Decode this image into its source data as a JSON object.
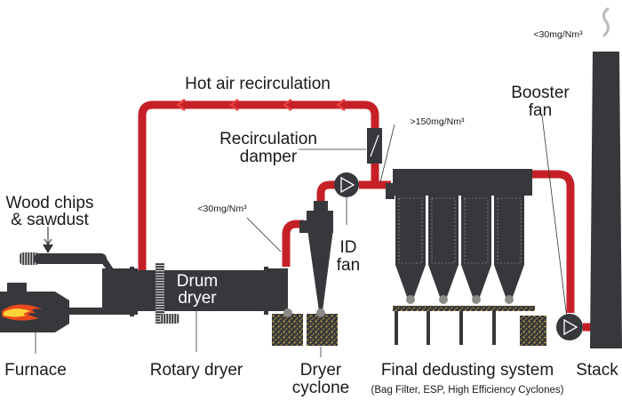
{
  "diagram": {
    "title": "Wood chips drying process with dust removal",
    "colors": {
      "machine": "#36383c",
      "hot_air_pipe": "#c62027",
      "arrow": "#e03a3a",
      "text": "#1a1a1a",
      "dust": "#c9a63a",
      "flame_outer": "#e84a1c",
      "flame_inner": "#ffd43a"
    },
    "labels": {
      "hot_air": "Hot air recirculation",
      "wood_chips_line1": "Wood chips",
      "wood_chips_line2": "& sawdust",
      "recirc_line1": "Recirculation",
      "recirc_line2": "damper",
      "emission_dryer": "<30mg/Nm³",
      "emission_inlet": ">150mg/Nm³",
      "emission_stack": "<30mg/Nm³",
      "booster_line1": "Booster",
      "booster_line2": "fan",
      "id_fan_line1": "ID",
      "id_fan_line2": "fan",
      "drum_line1": "Drum",
      "drum_line2": "dryer",
      "furnace": "Furnace",
      "rotary_dryer": "Rotary dryer",
      "dryer_cyclone_line1": "Dryer",
      "dryer_cyclone_line2": "cyclone",
      "final_dedusting": "Final dedusting system",
      "final_dedusting_sub": "(Bag Filter, ESP, High Efficiency Cyclones)",
      "stack": "Stack"
    },
    "components": [
      {
        "id": "furnace",
        "name": "Furnace"
      },
      {
        "id": "feeder",
        "name": "Wood chips & sawdust feeder"
      },
      {
        "id": "rotary-dryer",
        "name": "Rotary dryer (Drum dryer)"
      },
      {
        "id": "dryer-cyclone",
        "name": "Dryer cyclone"
      },
      {
        "id": "id-fan",
        "name": "ID fan"
      },
      {
        "id": "recirculation-damper",
        "name": "Recirculation damper"
      },
      {
        "id": "final-dedusting",
        "name": "Final dedusting system",
        "units": 4
      },
      {
        "id": "booster-fan",
        "name": "Booster fan"
      },
      {
        "id": "stack",
        "name": "Stack"
      }
    ],
    "flow_arrows": 4
  }
}
